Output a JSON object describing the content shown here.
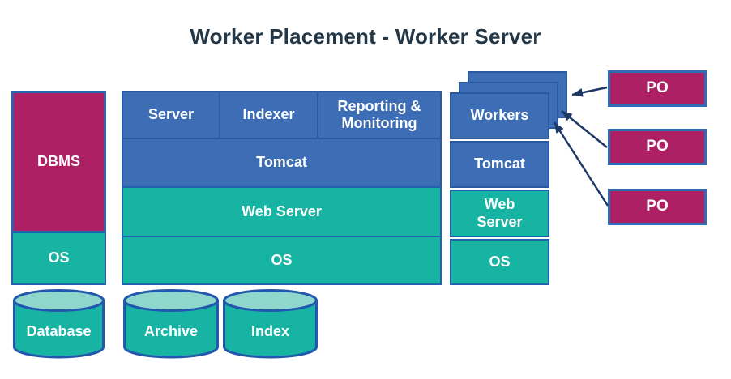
{
  "title": "Worker Placement - Worker Server",
  "colors": {
    "blue_fill": "#3c6db5",
    "blue_border": "#29599f",
    "teal_fill": "#17b3a3",
    "teal_border": "#2161ae",
    "magenta_fill": "#ad2164",
    "magenta_border": "#2b63b0",
    "cylinder_top_fill": "#8fd6cc",
    "cylinder_outline": "#2158ae",
    "arrow_color": "#1f3864",
    "title_color": "#233746",
    "label_color": "#ffffff"
  },
  "database_server": {
    "dbms_label": "DBMS",
    "os_label": "OS",
    "storage_label": "Database"
  },
  "worker_server": {
    "app_labels": [
      "Server",
      "Indexer",
      "Reporting & Monitoring"
    ],
    "tomcat_label": "Tomcat",
    "web_server_label": "Web Server",
    "os_label": "OS",
    "storage_labels": [
      "Archive",
      "Index"
    ]
  },
  "workers_stack": {
    "workers_label": "Workers",
    "tomcat_label": "Tomcat",
    "web_server_label": "Web Server",
    "os_label": "OS"
  },
  "po_labels": [
    "PO",
    "PO",
    "PO"
  ]
}
